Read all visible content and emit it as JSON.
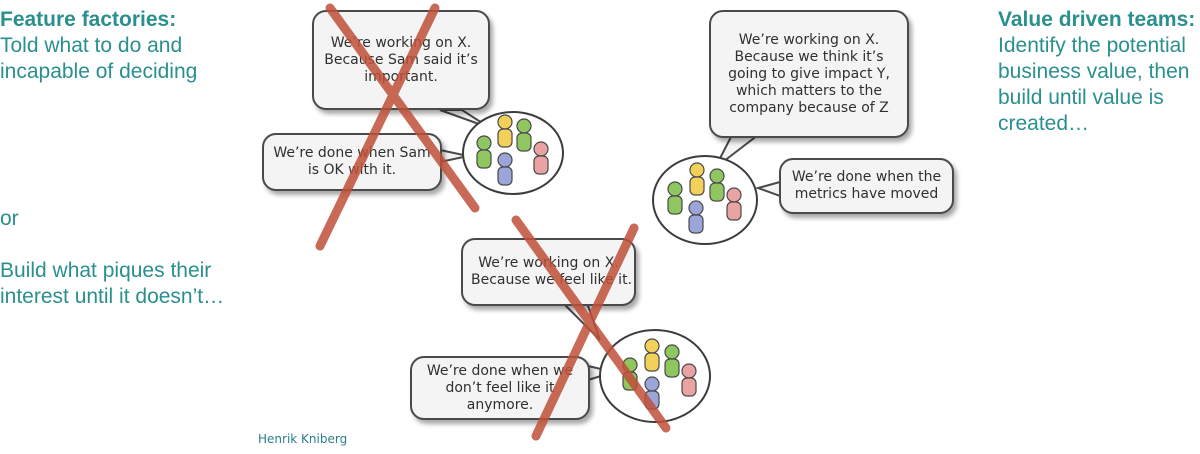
{
  "left_panel": {
    "heading": "Feature factories:",
    "lines": [
      "Told what to do and",
      "incapable of deciding"
    ],
    "or": "or",
    "build_lines": [
      "Build what piques their",
      "interest until it doesn’t…"
    ]
  },
  "right_panel": {
    "heading": "Value driven teams:",
    "lines": [
      "Identify the potential",
      "business value, then",
      "build until value is",
      "created…"
    ]
  },
  "bubbles": {
    "sam_working": [
      "We’re working on X.",
      "Because Sam said it’s",
      "important."
    ],
    "sam_done": [
      "We’re done when Sam",
      "is OK with it."
    ],
    "feel_working": [
      "We’re working on X.",
      "Because we feel like it."
    ],
    "feel_done": [
      "We’re done when we",
      "don’t feel like it",
      "anymore."
    ],
    "value_working": [
      "We’re working on X.",
      "Because we think it’s",
      "going to give impact Y,",
      "which matters to the",
      "company because of Z"
    ],
    "value_done": [
      "We’re done when the",
      "metrics have moved"
    ]
  },
  "credit": "Henrik Kniberg",
  "colors": {
    "teal_text": "#2a8f8f",
    "cross_red": "#c0503a",
    "person_green": "#8fc65f",
    "person_yellow": "#f2d15a",
    "person_blue": "#9aa6d9",
    "person_pink": "#eaa3a3"
  }
}
